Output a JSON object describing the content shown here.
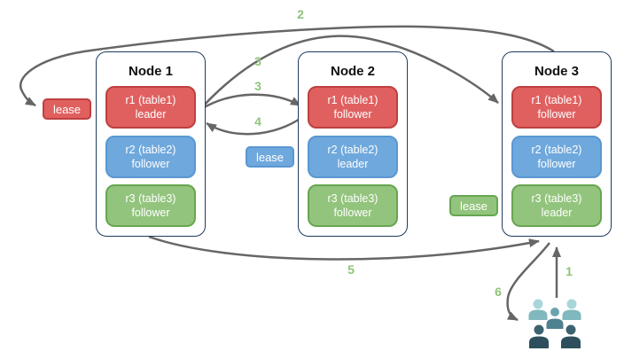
{
  "nodes": [
    {
      "title": "Node 1",
      "replicas": [
        {
          "label": "r1 (table1)",
          "role": "leader",
          "color": "#e06060"
        },
        {
          "label": "r2 (table2)",
          "role": "follower",
          "color": "#6fa8dc"
        },
        {
          "label": "r3 (table3)",
          "role": "follower",
          "color": "#93c47d"
        }
      ]
    },
    {
      "title": "Node 2",
      "replicas": [
        {
          "label": "r1 (table1)",
          "role": "follower",
          "color": "#e06060"
        },
        {
          "label": "r2 (table2)",
          "role": "leader",
          "color": "#6fa8dc"
        },
        {
          "label": "r3 (table3)",
          "role": "follower",
          "color": "#93c47d"
        }
      ]
    },
    {
      "title": "Node 3",
      "replicas": [
        {
          "label": "r1 (table1)",
          "role": "follower",
          "color": "#e06060"
        },
        {
          "label": "r2 (table2)",
          "role": "follower",
          "color": "#6fa8dc"
        },
        {
          "label": "r3 (table3)",
          "role": "leader",
          "color": "#93c47d"
        }
      ]
    }
  ],
  "leases": [
    {
      "label": "lease",
      "color": "#e06060"
    },
    {
      "label": "lease",
      "color": "#6fa8dc"
    },
    {
      "label": "lease",
      "color": "#93c47d"
    }
  ],
  "arrow_labels": {
    "step1": "1",
    "step2": "2",
    "step3_long": "3",
    "step3_short": "3",
    "step4": "4",
    "step5": "5",
    "step6": "6"
  },
  "icons": {
    "users": "users-group-icon"
  },
  "colors": {
    "arrow_gray": "#666666",
    "step_label_green": "#90c47a",
    "node_border_navy": "#1f3a5f",
    "red_fill": "#e06060",
    "red_border": "#bf4040",
    "blue_fill": "#6fa8dc",
    "blue_border": "#5a97d1",
    "green_fill": "#93c47d",
    "green_border": "#66a650",
    "users_light_teal": "#a8d6da",
    "users_mid_teal": "#4f828f",
    "users_dark_slate": "#2d4f5d"
  }
}
